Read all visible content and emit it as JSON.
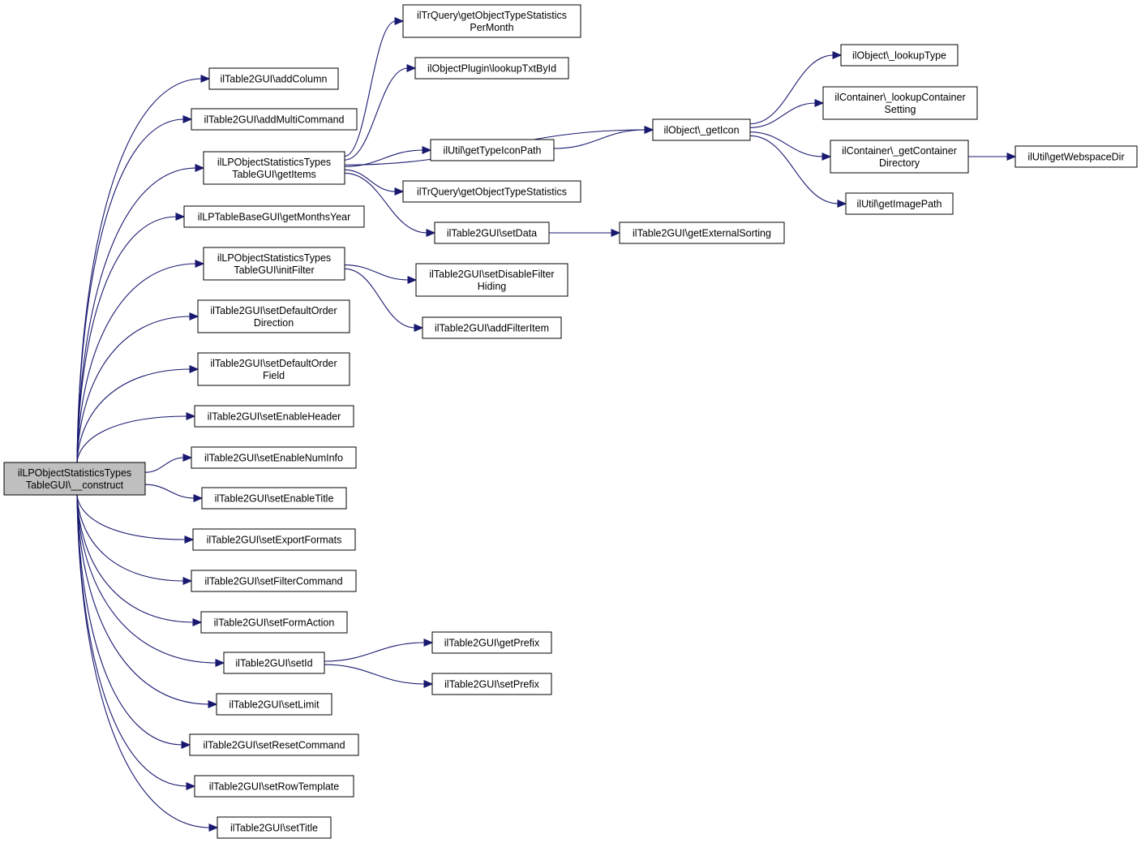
{
  "graph": {
    "nodes": [
      {
        "id": "construct",
        "label": [
          "ilLPObjectStatisticsTypes",
          "TableGUI\\__construct"
        ],
        "root": true
      },
      {
        "id": "addColumn",
        "label": [
          "ilTable2GUI\\addColumn"
        ]
      },
      {
        "id": "addMultiCommand",
        "label": [
          "ilTable2GUI\\addMultiCommand"
        ]
      },
      {
        "id": "getItems",
        "label": [
          "ilLPObjectStatisticsTypes",
          "TableGUI\\getItems"
        ]
      },
      {
        "id": "getMonthsYear",
        "label": [
          "ilLPTableBaseGUI\\getMonthsYear"
        ]
      },
      {
        "id": "initFilter",
        "label": [
          "ilLPObjectStatisticsTypes",
          "TableGUI\\initFilter"
        ]
      },
      {
        "id": "setDefaultOrderDirection",
        "label": [
          "ilTable2GUI\\setDefaultOrder",
          "Direction"
        ]
      },
      {
        "id": "setDefaultOrderField",
        "label": [
          "ilTable2GUI\\setDefaultOrder",
          "Field"
        ]
      },
      {
        "id": "setEnableHeader",
        "label": [
          "ilTable2GUI\\setEnableHeader"
        ]
      },
      {
        "id": "setEnableNumInfo",
        "label": [
          "ilTable2GUI\\setEnableNumInfo"
        ]
      },
      {
        "id": "setEnableTitle",
        "label": [
          "ilTable2GUI\\setEnableTitle"
        ]
      },
      {
        "id": "setExportFormats",
        "label": [
          "ilTable2GUI\\setExportFormats"
        ]
      },
      {
        "id": "setFilterCommand",
        "label": [
          "ilTable2GUI\\setFilterCommand"
        ]
      },
      {
        "id": "setFormAction",
        "label": [
          "ilTable2GUI\\setFormAction"
        ]
      },
      {
        "id": "setId",
        "label": [
          "ilTable2GUI\\setId"
        ]
      },
      {
        "id": "setLimit",
        "label": [
          "ilTable2GUI\\setLimit"
        ]
      },
      {
        "id": "setResetCommand",
        "label": [
          "ilTable2GUI\\setResetCommand"
        ]
      },
      {
        "id": "setRowTemplate",
        "label": [
          "ilTable2GUI\\setRowTemplate"
        ]
      },
      {
        "id": "setTitle",
        "label": [
          "ilTable2GUI\\setTitle"
        ]
      },
      {
        "id": "getObjectTypeStatisticsPerMonth",
        "label": [
          "ilTrQuery\\getObjectTypeStatistics",
          "PerMonth"
        ]
      },
      {
        "id": "lookupTxtById",
        "label": [
          "ilObjectPlugin\\lookupTxtById"
        ]
      },
      {
        "id": "getTypeIconPath",
        "label": [
          "ilUtil\\getTypeIconPath"
        ]
      },
      {
        "id": "getObjectTypeStatistics",
        "label": [
          "ilTrQuery\\getObjectTypeStatistics"
        ]
      },
      {
        "id": "setData",
        "label": [
          "ilTable2GUI\\setData"
        ]
      },
      {
        "id": "setDisableFilterHiding",
        "label": [
          "ilTable2GUI\\setDisableFilter",
          "Hiding"
        ]
      },
      {
        "id": "addFilterItem",
        "label": [
          "ilTable2GUI\\addFilterItem"
        ]
      },
      {
        "id": "getPrefix",
        "label": [
          "ilTable2GUI\\getPrefix"
        ]
      },
      {
        "id": "setPrefix",
        "label": [
          "ilTable2GUI\\setPrefix"
        ]
      },
      {
        "id": "getIcon",
        "label": [
          "ilObject\\_getIcon"
        ]
      },
      {
        "id": "getExternalSorting",
        "label": [
          "ilTable2GUI\\getExternalSorting"
        ]
      },
      {
        "id": "lookupType",
        "label": [
          "ilObject\\_lookupType"
        ]
      },
      {
        "id": "lookupContainerSetting",
        "label": [
          "ilContainer\\_lookupContainer",
          "Setting"
        ]
      },
      {
        "id": "getContainerDirectory",
        "label": [
          "ilContainer\\_getContainer",
          "Directory"
        ]
      },
      {
        "id": "getImagePath",
        "label": [
          "ilUtil\\getImagePath"
        ]
      },
      {
        "id": "getWebspaceDir",
        "label": [
          "ilUtil\\getWebspaceDir"
        ]
      }
    ],
    "edges": [
      [
        "construct",
        "addColumn"
      ],
      [
        "construct",
        "addMultiCommand"
      ],
      [
        "construct",
        "getItems"
      ],
      [
        "construct",
        "getMonthsYear"
      ],
      [
        "construct",
        "initFilter"
      ],
      [
        "construct",
        "setDefaultOrderDirection"
      ],
      [
        "construct",
        "setDefaultOrderField"
      ],
      [
        "construct",
        "setEnableHeader"
      ],
      [
        "construct",
        "setEnableNumInfo"
      ],
      [
        "construct",
        "setEnableTitle"
      ],
      [
        "construct",
        "setExportFormats"
      ],
      [
        "construct",
        "setFilterCommand"
      ],
      [
        "construct",
        "setFormAction"
      ],
      [
        "construct",
        "setId"
      ],
      [
        "construct",
        "setLimit"
      ],
      [
        "construct",
        "setResetCommand"
      ],
      [
        "construct",
        "setRowTemplate"
      ],
      [
        "construct",
        "setTitle"
      ],
      [
        "getItems",
        "getObjectTypeStatisticsPerMonth"
      ],
      [
        "getItems",
        "lookupTxtById"
      ],
      [
        "getItems",
        "getIcon"
      ],
      [
        "getItems",
        "getTypeIconPath"
      ],
      [
        "getItems",
        "getObjectTypeStatistics"
      ],
      [
        "getItems",
        "setData"
      ],
      [
        "initFilter",
        "setDisableFilterHiding"
      ],
      [
        "initFilter",
        "addFilterItem"
      ],
      [
        "setId",
        "getPrefix"
      ],
      [
        "setId",
        "setPrefix"
      ],
      [
        "getTypeIconPath",
        "getIcon"
      ],
      [
        "setData",
        "getExternalSorting"
      ],
      [
        "getIcon",
        "lookupType"
      ],
      [
        "getIcon",
        "lookupContainerSetting"
      ],
      [
        "getIcon",
        "getContainerDirectory"
      ],
      [
        "getIcon",
        "getImagePath"
      ],
      [
        "getContainerDirectory",
        "getWebspaceDir"
      ]
    ]
  }
}
